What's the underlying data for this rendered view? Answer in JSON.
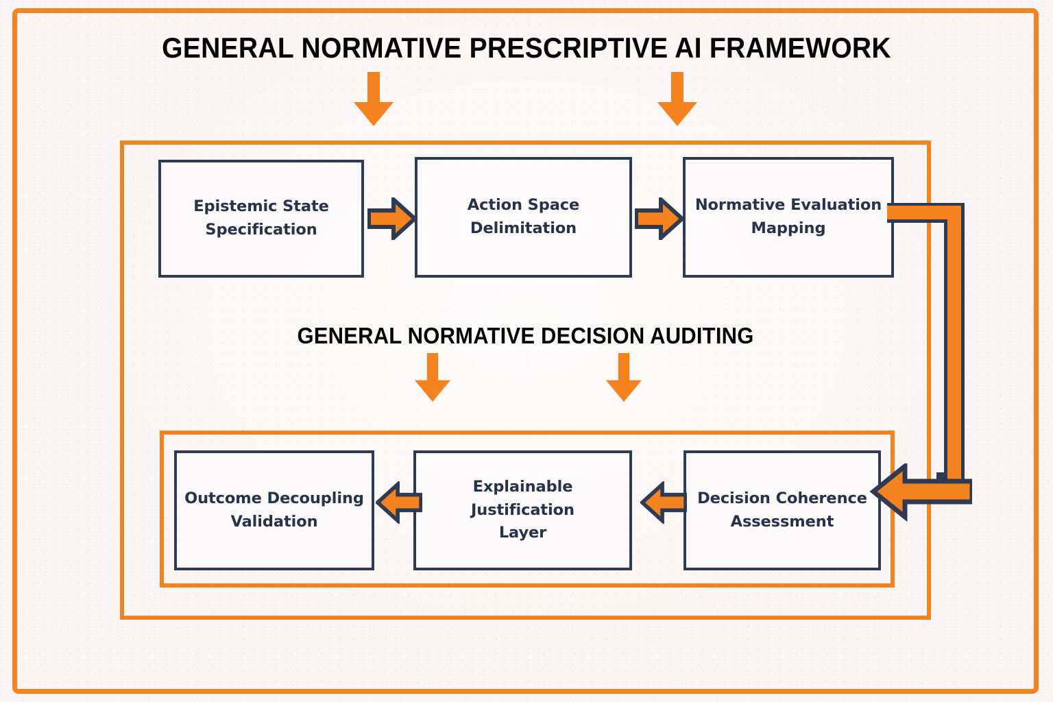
{
  "palette": {
    "background": "#faf6f5",
    "accent_orange": "#f4821f",
    "box_navy": "#2e3b52",
    "text_navy": "#27334a",
    "title_black": "#050505"
  },
  "titles": {
    "main": "GENERAL NORMATIVE PRESCRIPTIVE\nAI FRAMEWORK",
    "sub": "GENERAL NORMATIVE DECISION\nAUDITING"
  },
  "process_row": {
    "boxes": [
      {
        "label": "Epistemic State\nSpecification"
      },
      {
        "label": "Action Space\nDelimitation"
      },
      {
        "label": "Normative Evaluation\nMapping"
      }
    ]
  },
  "audit_row": {
    "boxes": [
      {
        "label": "Outcome Decoupling\nValidation"
      },
      {
        "label": "Explainable Justification\nLayer"
      },
      {
        "label": "Decision Coherence\nAssessment"
      }
    ]
  },
  "connectors": {
    "process_arrow_1": "arrow-right-icon",
    "process_arrow_2": "arrow-right-icon",
    "audit_arrow_1": "arrow-left-icon",
    "audit_arrow_2": "arrow-left-icon",
    "feedback_loop": "loop-connector-icon",
    "title_arrow_left": "arrow-down-icon",
    "title_arrow_right": "arrow-down-icon",
    "sub_arrow_left": "arrow-down-icon",
    "sub_arrow_right": "arrow-down-icon"
  }
}
